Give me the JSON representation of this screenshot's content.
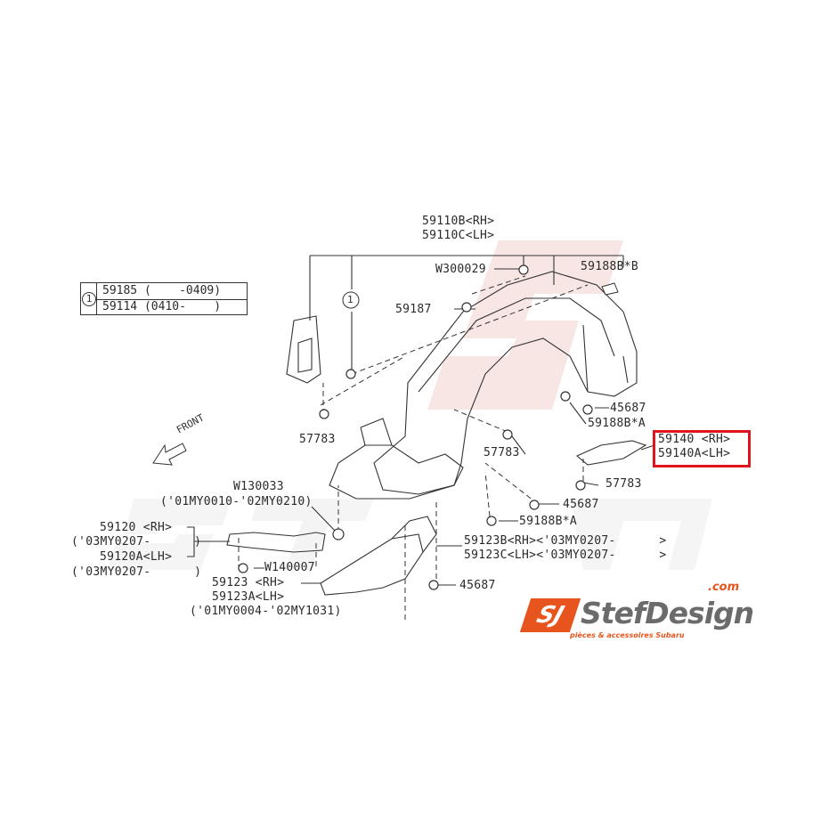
{
  "labels": {
    "p59110": [
      "59110B<RH>",
      "59110C<LH>"
    ],
    "w300029": "W300029",
    "p59188bb": "59188B*B",
    "p59187": "59187",
    "p45687_a": "45687",
    "p59188ba_a": "59188B*A",
    "p57783_a": "57783",
    "p57783_b": "57783",
    "p59140": [
      "59140 <RH>",
      "59140A<LH>"
    ],
    "p57783_c": "57783",
    "w130033": [
      "W130033",
      "('01MY0010-'02MY0210)"
    ],
    "p45687_b": "45687",
    "p59188ba_b": "59188B*A",
    "p59120": [
      "59120 <RH>",
      "('03MY0207-      )",
      "59120A<LH>",
      "('03MY0207-      )"
    ],
    "w140007": "W140007",
    "p59123bc": [
      "59123B<RH><'03MY0207-      >",
      "59123C<LH><'03MY0207-      >"
    ],
    "p59123": [
      "59123 <RH>",
      "59123A<LH>",
      "('01MY0004-'02MY1031)"
    ],
    "p45687_c": "45687",
    "callout_1": "1",
    "front": "FRONT"
  },
  "table": {
    "ref": "1",
    "rows": [
      "59185 (    -0409)",
      "59114 (0410-    )"
    ]
  },
  "highlight_color": "#e0141e",
  "logo": {
    "mark": "SJ",
    "name": "StefDesign",
    "domain": ".com",
    "tagline": "pièces & accessoires Subaru",
    "color": "#e8541e"
  }
}
